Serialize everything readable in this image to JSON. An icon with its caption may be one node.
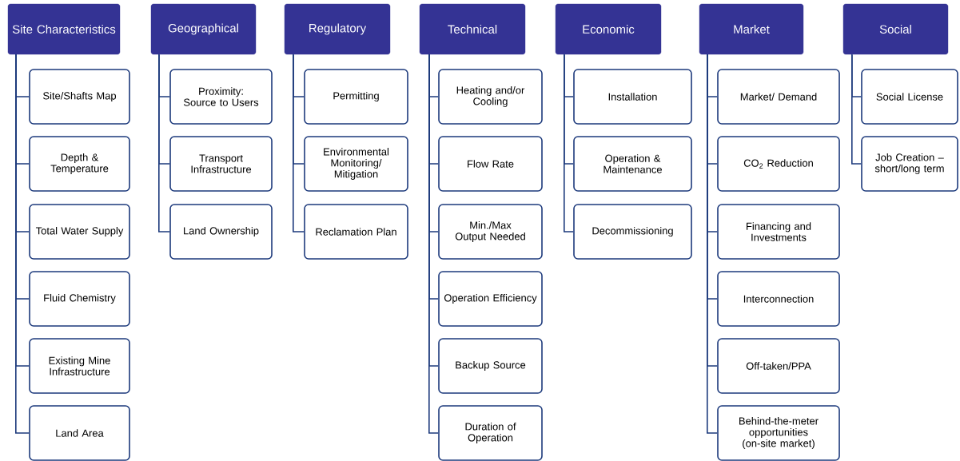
{
  "diagram": {
    "nodes": [
      {
        "text": [
          "Site Characteristics"
        ]
      },
      {
        "text": [
          "Site/Shafts Map"
        ]
      },
      {
        "text": [
          "Depth & Temperature"
        ]
      },
      {
        "text": [
          "Total Water Supply"
        ]
      },
      {
        "text": [
          "Fluid Chemistry"
        ]
      },
      {
        "text": [
          "Existing Mine Infrastructure"
        ]
      },
      {
        "text": [
          "Land Area"
        ]
      },
      {
        "text": [
          "Geographical"
        ]
      },
      {
        "text": [
          "Proximity: Source to Users"
        ]
      },
      {
        "text": [
          "Transport Infrastructure"
        ]
      },
      {
        "text": [
          "Land Ownership"
        ]
      },
      {
        "text": [
          "Regulatory"
        ]
      },
      {
        "text": [
          "Permitting"
        ]
      },
      {
        "text": [
          "Environmental Monitoring/ Mitigation"
        ]
      },
      {
        "text": [
          "Reclamation Plan"
        ]
      },
      {
        "text": [
          "Technical"
        ]
      },
      {
        "text": [
          "Heating and/or Cooling"
        ]
      },
      {
        "text": [
          "Flow Rate"
        ]
      },
      {
        "text": [
          "Min./Max Output Needed"
        ]
      },
      {
        "text": [
          "Operation Efficiency"
        ]
      },
      {
        "text": [
          "Backup Source"
        ]
      },
      {
        "text": [
          "Duration of Operation"
        ]
      },
      {
        "text": [
          "Economic"
        ]
      },
      {
        "text": [
          "Installation"
        ]
      },
      {
        "text": [
          "Operation & Maintenance"
        ]
      },
      {
        "text": [
          "Decommissioning"
        ]
      },
      {
        "text": [
          "Market"
        ]
      },
      {
        "text": [
          "Market/ Demand"
        ]
      },
      {
        "text": [
          "CO$_{2}$ Reduction"
        ]
      },
      {
        "text": [
          "Financing and Investments"
        ]
      },
      {
        "text": [
          "Interconnection"
        ]
      },
      {
        "text": [
          "Off-taken/PPA"
        ]
      },
      {
        "text": [
          "Behind-the-meter opportunities (on-site market)"
        ]
      },
      {
        "text": [
          "Social"
        ]
      },
      {
        "text": [
          "Social License"
        ]
      },
      {
        "text": [
          "Job Creation – short/long term"
        ]
      }
    ],
    "edges": [
      {
        "from": 0,
        "to": 1,
        "arrow": "none"
      },
      {
        "from": 0,
        "to": 2,
        "arrow": "none"
      },
      {
        "from": 0,
        "to": 3,
        "arrow": "none"
      },
      {
        "from": 0,
        "to": 4,
        "arrow": "none"
      },
      {
        "from": 0,
        "to": 5,
        "arrow": "none"
      },
      {
        "from": 0,
        "to": 6,
        "arrow": "none"
      },
      {
        "from": 7,
        "to": 8,
        "arrow": "none"
      },
      {
        "from": 7,
        "to": 9,
        "arrow": "none"
      },
      {
        "from": 7,
        "to": 10,
        "arrow": "none"
      },
      {
        "from": 11,
        "to": 12,
        "arrow": "none"
      },
      {
        "from": 11,
        "to": 13,
        "arrow": "none"
      },
      {
        "from": 11,
        "to": 14,
        "arrow": "none"
      },
      {
        "from": 15,
        "to": 16,
        "arrow": "none"
      },
      {
        "from": 15,
        "to": 17,
        "arrow": "none"
      },
      {
        "from": 15,
        "to": 18,
        "arrow": "none"
      },
      {
        "from": 15,
        "to": 19,
        "arrow": "none"
      },
      {
        "from": 15,
        "to": 20,
        "arrow": "none"
      },
      {
        "from": 15,
        "to": 21,
        "arrow": "none"
      },
      {
        "from": 22,
        "to": 23,
        "arrow": "none"
      },
      {
        "from": 22,
        "to": 24,
        "arrow": "none"
      },
      {
        "from": 22,
        "to": 25,
        "arrow": "none"
      },
      {
        "from": 26,
        "to": 27,
        "arrow": "none"
      },
      {
        "from": 26,
        "to": 28,
        "arrow": "none"
      },
      {
        "from": 26,
        "to": 29,
        "arrow": "none"
      },
      {
        "from": 26,
        "to": 30,
        "arrow": "none"
      },
      {
        "from": 26,
        "to": 31,
        "arrow": "none"
      },
      {
        "from": 26,
        "to": 32,
        "arrow": "none"
      },
      {
        "from": 33,
        "to": 34,
        "arrow": "none"
      },
      {
        "from": 33,
        "to": 35,
        "arrow": "none"
      }
    ]
  }
}
